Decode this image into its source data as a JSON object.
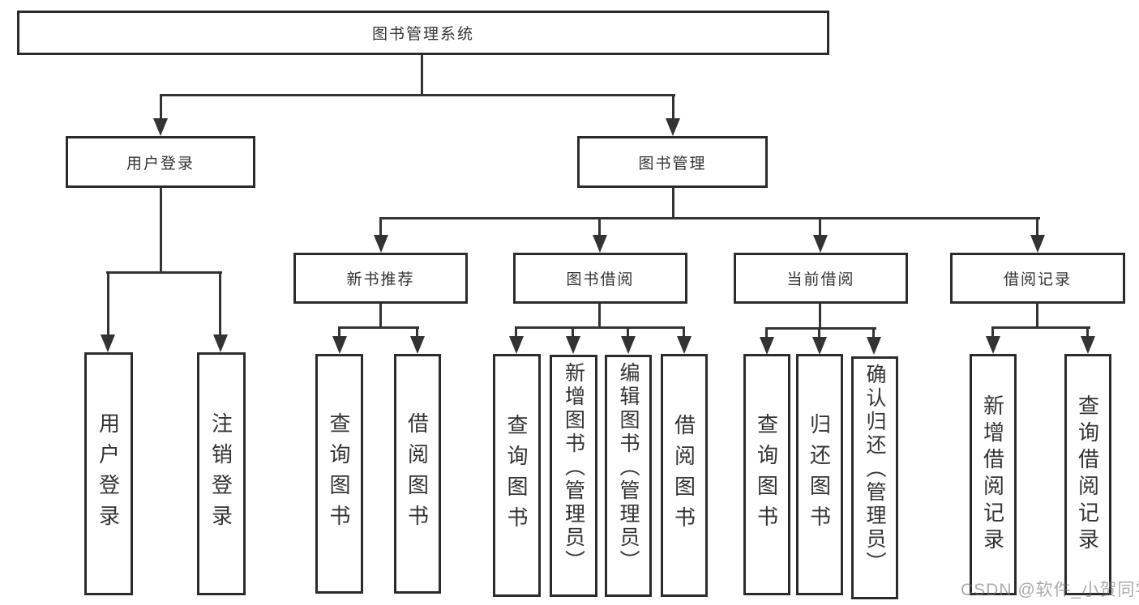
{
  "tree": {
    "root": {
      "label": "图书管理系统"
    },
    "branches": [
      {
        "label": "用户登录",
        "children": [
          {
            "label": "用户登录"
          },
          {
            "label": "注销登录"
          }
        ]
      },
      {
        "label": "图书管理",
        "children": [
          {
            "label": "新书推荐",
            "children": [
              {
                "label": "查询图书"
              },
              {
                "label": "借阅图书"
              }
            ]
          },
          {
            "label": "图书借阅",
            "children": [
              {
                "label": "查询图书"
              },
              {
                "label": "新增图书（管理员）"
              },
              {
                "label": "编辑图书（管理员）"
              },
              {
                "label": "借阅图书"
              }
            ]
          },
          {
            "label": "当前借阅",
            "children": [
              {
                "label": "查询图书"
              },
              {
                "label": "归还图书"
              },
              {
                "label": "确认归还（管理员）"
              }
            ]
          },
          {
            "label": "借阅记录",
            "children": [
              {
                "label": "新增借阅记录"
              },
              {
                "label": "查询借阅记录"
              }
            ]
          }
        ]
      }
    ]
  },
  "watermark": {
    "text": "CSDN @软件_小贺同学"
  },
  "colors": {
    "line": "#333333",
    "box_border": "#2b2b2b",
    "text": "#333333",
    "watermark": "#787878",
    "background": "#ffffff"
  }
}
